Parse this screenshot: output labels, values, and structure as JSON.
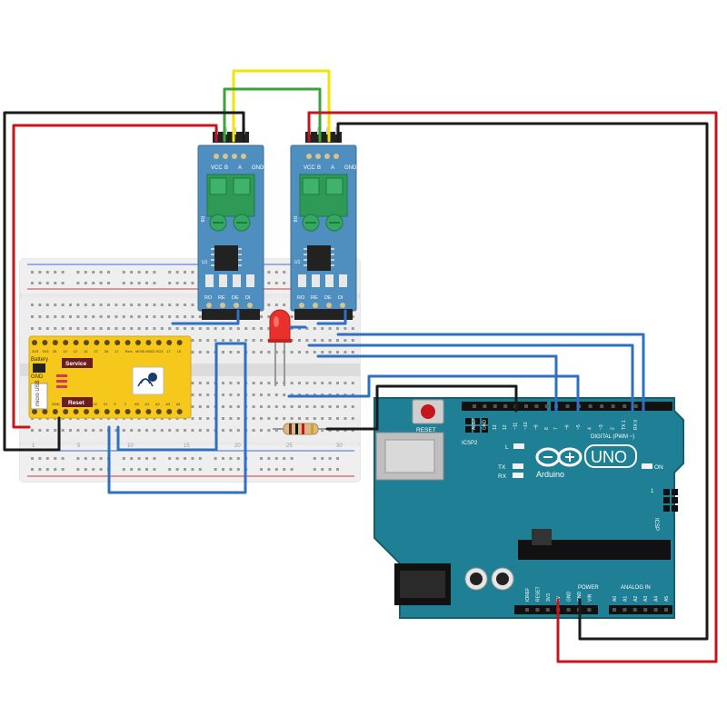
{
  "colors": {
    "wire_red": "#c4161c",
    "wire_black": "#1a1a1a",
    "wire_blue": "#2f6fc4",
    "wire_green": "#3aa33a",
    "wire_yellow": "#f2e600",
    "module_blue": "#4f8fbf",
    "terminal_green": "#2e9a56",
    "arduino_teal": "#1f7f94",
    "board_yellow": "#f7c81c",
    "led_red": "#e8302c"
  },
  "rs485": {
    "pins_top": [
      "VCC",
      "B",
      "A",
      "GND"
    ],
    "pins_bottom": [
      "RO",
      "RE",
      "DE",
      "DI"
    ],
    "side_label": "R8",
    "chip_label": "U1"
  },
  "esp": {
    "service_label": "Service",
    "reset_label": "Reset",
    "usb_label": "micro USB",
    "battery_label": "Battery",
    "gnd_label": "GND",
    "pin_labels_top": [
      "3V3",
      "3V3",
      "25",
      "13",
      "12",
      "14",
      "27",
      "26",
      "17",
      "Rx/s",
      "MOSI",
      "MISO",
      "SCK",
      "17",
      "16"
    ],
    "pin_labels_bottom": [
      "5-18V",
      "5V",
      "GND",
      "TX",
      "RX",
      "1",
      "22",
      "21",
      "3",
      "2",
      "A0",
      "A1",
      "A2",
      "A3",
      "A4"
    ]
  },
  "arduino": {
    "reset_label": "RESET",
    "icsp2_label": "ICSP2",
    "icsp_label": "ICSP",
    "l_label": "L",
    "tx_label": "TX",
    "rx_label": "RX",
    "on_label": "ON",
    "brand": "Arduino",
    "uno": "UNO",
    "digital_label": "DIGITAL (PWM ~)",
    "power_label": "POWER",
    "analog_label": "ANALOG IN",
    "one_label": "1",
    "digital_pins": [
      "AREF",
      "GND",
      "13",
      "12",
      "~11",
      "~10",
      "~9",
      "8",
      "7",
      "~6",
      "~5",
      "4",
      "~3",
      "2",
      "TX 1",
      "RX 0"
    ],
    "power_pins": [
      "IOREF",
      "RESET",
      "3V3",
      "5V",
      "GND",
      "GND",
      "VIN"
    ],
    "analog_pins": [
      "A0",
      "A1",
      "A2",
      "A3",
      "A4",
      "A5"
    ]
  },
  "breadboard": {
    "col_numbers": [
      "1",
      "5",
      "10",
      "15",
      "20",
      "25",
      "30"
    ]
  }
}
